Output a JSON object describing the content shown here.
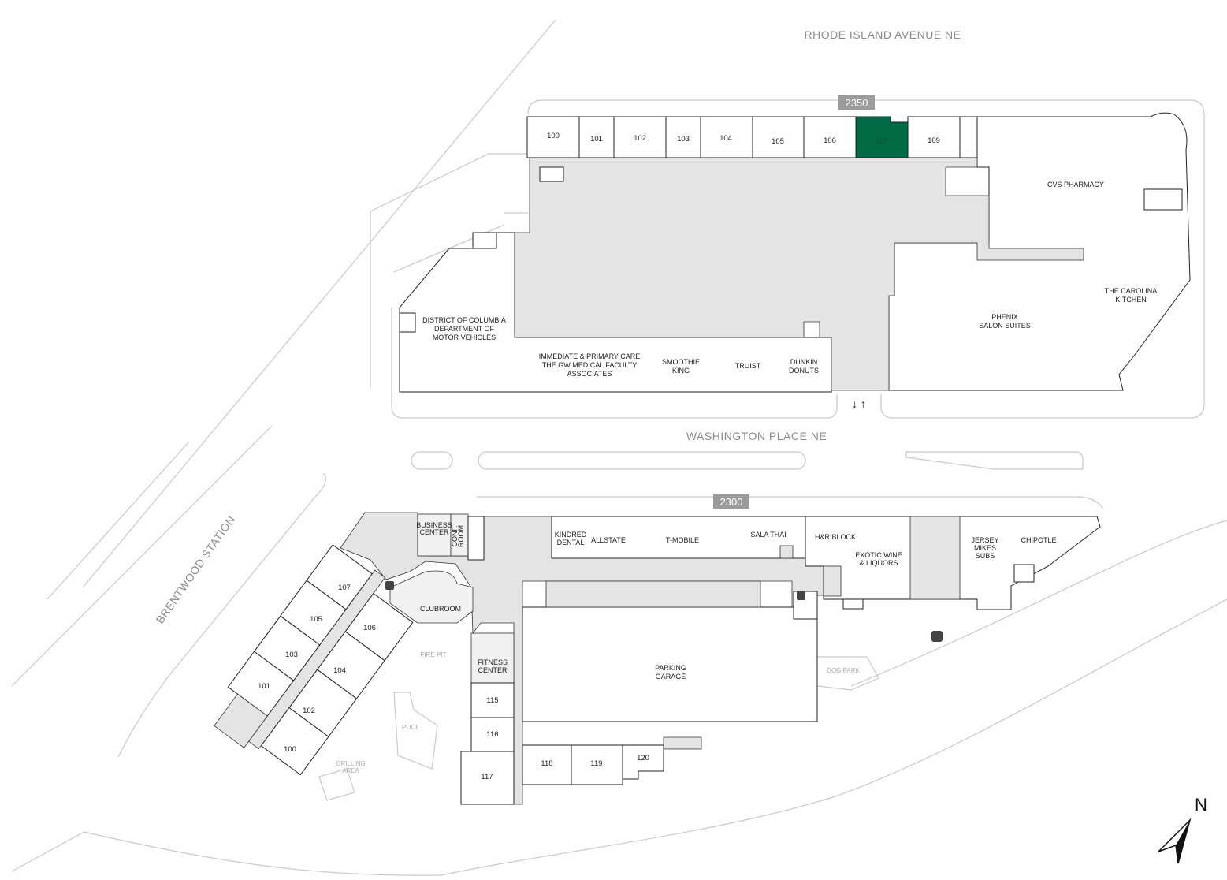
{
  "streets": {
    "north": "RHODE ISLAND AVENUE NE",
    "middle": "WASHINGTON PLACE NE",
    "west": "BRENTWOOD STATION"
  },
  "buildings": {
    "north": "2350",
    "south": "2300"
  },
  "north_units": [
    "100",
    "101",
    "102",
    "103",
    "104",
    "105",
    "106",
    "107",
    "109"
  ],
  "highlighted_unit": "107",
  "highlight_color": "#006b45",
  "north_tenants": {
    "cvs": "CVS PHARMACY",
    "carolina": [
      "THE CAROLINA",
      "KITCHEN"
    ],
    "phenix": [
      "PHENIX",
      "SALON SUITES"
    ],
    "dmv": [
      "DISTRICT OF COLUMBIA",
      "DEPARTMENT OF",
      "MOTOR VEHICLES"
    ],
    "gw": [
      "IMMEDIATE & PRIMARY CARE",
      "THE GW MEDICAL FACULTY",
      "ASSOCIATES"
    ],
    "smoothie": [
      "SMOOTHIE",
      "KING"
    ],
    "truist": "TRUIST",
    "dunkin": [
      "DUNKIN",
      "DONUTS"
    ]
  },
  "south_tenants": {
    "business": [
      "BUSINESS",
      "CENTER"
    ],
    "conf": [
      "CONF.",
      "ROOM"
    ],
    "kindred": [
      "KINDRED",
      "DENTAL"
    ],
    "allstate": "ALLSTATE",
    "tmobile": "T-MOBILE",
    "salathai": "SALA THAI",
    "hrblock": "H&R BLOCK",
    "exotic": [
      "EXOTIC WINE",
      "& LIQUORS"
    ],
    "jersey": [
      "JERSEY",
      "MIKES",
      "SUBS"
    ],
    "chipotle": "CHIPOTLE",
    "clubroom": "CLUBROOM",
    "fitness": [
      "FITNESS",
      "CENTER"
    ],
    "parking": [
      "PARKING",
      "GARAGE"
    ]
  },
  "south_units": {
    "residential": [
      "100",
      "101",
      "102",
      "103",
      "104",
      "105",
      "106",
      "107"
    ],
    "retail": [
      "115",
      "116",
      "117",
      "118",
      "119",
      "120"
    ]
  },
  "amenities": {
    "fire_pit": "FIRE PIT",
    "pool": "POOL",
    "grilling": [
      "GRILLING",
      "AREA"
    ],
    "dog_park": "DOG PARK"
  },
  "compass": "N"
}
